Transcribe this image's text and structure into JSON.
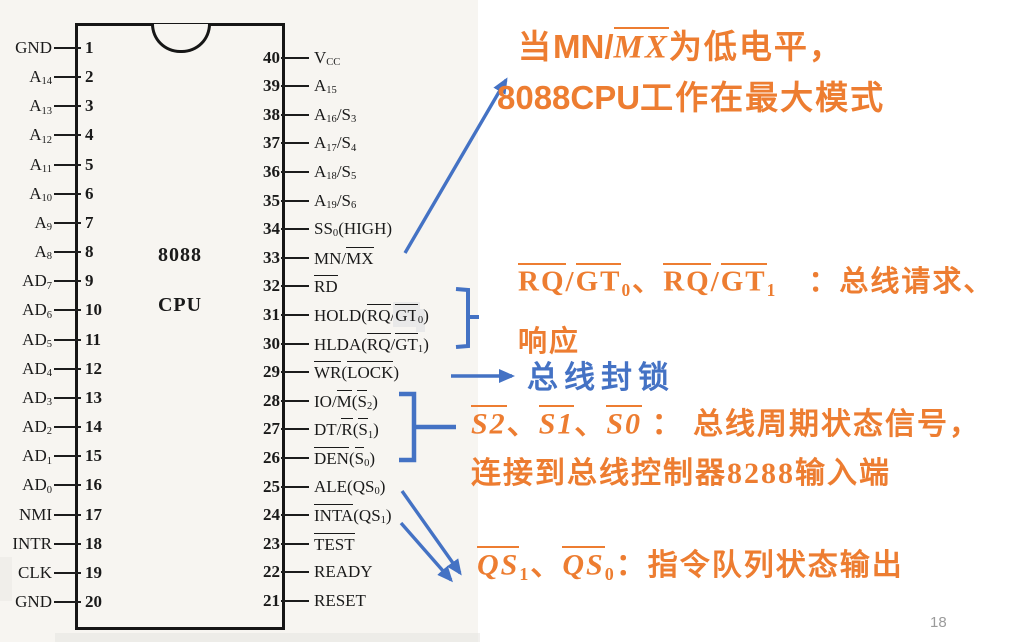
{
  "page": {
    "number": "18"
  },
  "colors": {
    "annotation_orange": "#ED7D31",
    "annotation_blue": "#4472C4",
    "scan_paper": "#f7f5f1",
    "ink": "#1a1a1a"
  },
  "chip": {
    "title_line1": "8088",
    "title_line2": "CPU"
  },
  "pins_left": [
    {
      "num": "1",
      "segs": [
        {
          "t": "GND"
        }
      ]
    },
    {
      "num": "2",
      "segs": [
        {
          "t": "A"
        },
        {
          "t": "14",
          "s": 1
        }
      ]
    },
    {
      "num": "3",
      "segs": [
        {
          "t": "A"
        },
        {
          "t": "13",
          "s": 1
        }
      ]
    },
    {
      "num": "4",
      "segs": [
        {
          "t": "A"
        },
        {
          "t": "12",
          "s": 1
        }
      ]
    },
    {
      "num": "5",
      "segs": [
        {
          "t": "A"
        },
        {
          "t": "11",
          "s": 1
        }
      ]
    },
    {
      "num": "6",
      "segs": [
        {
          "t": "A"
        },
        {
          "t": "10",
          "s": 1
        }
      ]
    },
    {
      "num": "7",
      "segs": [
        {
          "t": "A"
        },
        {
          "t": "9",
          "s": 1
        }
      ]
    },
    {
      "num": "8",
      "segs": [
        {
          "t": "A"
        },
        {
          "t": "8",
          "s": 1
        }
      ]
    },
    {
      "num": "9",
      "segs": [
        {
          "t": "AD"
        },
        {
          "t": "7",
          "s": 1
        }
      ]
    },
    {
      "num": "10",
      "segs": [
        {
          "t": "AD"
        },
        {
          "t": "6",
          "s": 1
        }
      ]
    },
    {
      "num": "11",
      "segs": [
        {
          "t": "AD"
        },
        {
          "t": "5",
          "s": 1
        }
      ]
    },
    {
      "num": "12",
      "segs": [
        {
          "t": "AD"
        },
        {
          "t": "4",
          "s": 1
        }
      ]
    },
    {
      "num": "13",
      "segs": [
        {
          "t": "AD"
        },
        {
          "t": "3",
          "s": 1
        }
      ]
    },
    {
      "num": "14",
      "segs": [
        {
          "t": "AD"
        },
        {
          "t": "2",
          "s": 1
        }
      ]
    },
    {
      "num": "15",
      "segs": [
        {
          "t": "AD"
        },
        {
          "t": "1",
          "s": 1
        }
      ]
    },
    {
      "num": "16",
      "segs": [
        {
          "t": "AD"
        },
        {
          "t": "0",
          "s": 1
        }
      ]
    },
    {
      "num": "17",
      "segs": [
        {
          "t": "NMI"
        }
      ]
    },
    {
      "num": "18",
      "segs": [
        {
          "t": "INTR"
        }
      ]
    },
    {
      "num": "19",
      "segs": [
        {
          "t": "CLK"
        }
      ]
    },
    {
      "num": "20",
      "segs": [
        {
          "t": "GND"
        }
      ]
    }
  ],
  "pins_right": [
    {
      "num": "40",
      "segs": [
        {
          "t": "V"
        },
        {
          "t": "CC",
          "s": 1
        }
      ]
    },
    {
      "num": "39",
      "segs": [
        {
          "t": "A"
        },
        {
          "t": "15",
          "s": 1
        }
      ]
    },
    {
      "num": "38",
      "segs": [
        {
          "t": "A"
        },
        {
          "t": "16",
          "s": 1
        },
        {
          "t": " /S"
        },
        {
          "t": "3",
          "s": 1
        }
      ]
    },
    {
      "num": "37",
      "segs": [
        {
          "t": "A"
        },
        {
          "t": "17",
          "s": 1
        },
        {
          "t": " /S"
        },
        {
          "t": "4",
          "s": 1
        }
      ]
    },
    {
      "num": "36",
      "segs": [
        {
          "t": "A"
        },
        {
          "t": "18",
          "s": 1
        },
        {
          "t": " /S"
        },
        {
          "t": "5",
          "s": 1
        }
      ]
    },
    {
      "num": "35",
      "segs": [
        {
          "t": "A"
        },
        {
          "t": "19",
          "s": 1
        },
        {
          "t": " /S"
        },
        {
          "t": "6",
          "s": 1
        }
      ]
    },
    {
      "num": "34",
      "segs": [
        {
          "t": "SS"
        },
        {
          "t": "0",
          "s": 1
        },
        {
          "t": "(HIGH)"
        }
      ]
    },
    {
      "num": "33",
      "segs": [
        {
          "t": "MN/"
        },
        {
          "t": "MX",
          "o": 1
        }
      ]
    },
    {
      "num": "32",
      "segs": [
        {
          "t": "RD",
          "o": 1
        }
      ]
    },
    {
      "num": "31",
      "segs": [
        {
          "t": "HOLD("
        },
        {
          "t": "RQ",
          "o": 1
        },
        {
          "t": "/"
        },
        {
          "t": "GT",
          "o": 1,
          "hl": 1
        },
        {
          "t": "0",
          "s": 1,
          "hl": 1
        },
        {
          "t": ")"
        }
      ]
    },
    {
      "num": "30",
      "segs": [
        {
          "t": "HLDA("
        },
        {
          "t": "RQ",
          "o": 1
        },
        {
          "t": "/"
        },
        {
          "t": "GT",
          "o": 1
        },
        {
          "t": "1",
          "s": 1
        },
        {
          "t": ")"
        }
      ]
    },
    {
      "num": "29",
      "segs": [
        {
          "t": "WR",
          "o": 1
        },
        {
          "t": "("
        },
        {
          "t": "LOCK",
          "o": 1
        },
        {
          "t": ")"
        }
      ]
    },
    {
      "num": "28",
      "segs": [
        {
          "t": "IO/"
        },
        {
          "t": "M",
          "o": 1
        },
        {
          "t": "("
        },
        {
          "t": "S",
          "o": 1
        },
        {
          "t": "2",
          "s": 1
        },
        {
          "t": ")"
        }
      ]
    },
    {
      "num": "27",
      "segs": [
        {
          "t": "DT/"
        },
        {
          "t": "R",
          "o": 1
        },
        {
          "t": "("
        },
        {
          "t": "S",
          "o": 1
        },
        {
          "t": "1",
          "s": 1
        },
        {
          "t": ")"
        }
      ]
    },
    {
      "num": "26",
      "segs": [
        {
          "t": "DEN",
          "o": 1
        },
        {
          "t": "("
        },
        {
          "t": "S",
          "o": 1
        },
        {
          "t": "0",
          "s": 1
        },
        {
          "t": ")"
        }
      ]
    },
    {
      "num": "25",
      "segs": [
        {
          "t": "ALE(QS"
        },
        {
          "t": "0",
          "s": 1
        },
        {
          "t": ")"
        }
      ]
    },
    {
      "num": "24",
      "segs": [
        {
          "t": "INTA",
          "o": 1
        },
        {
          "t": "(QS"
        },
        {
          "t": "1",
          "s": 1
        },
        {
          "t": ")"
        }
      ]
    },
    {
      "num": "23",
      "segs": [
        {
          "t": "TEST",
          "o": 1
        }
      ]
    },
    {
      "num": "22",
      "segs": [
        {
          "t": "READY"
        }
      ]
    },
    {
      "num": "21",
      "segs": [
        {
          "t": "RESET"
        }
      ]
    }
  ],
  "annotations": {
    "max_mode": {
      "lines": [
        [
          {
            "t": "当"
          },
          {
            "t": "MN/",
            "f": "sans"
          },
          {
            "t": "MX",
            "o": 1,
            "i": 1
          },
          {
            "t": "为低电平，"
          }
        ],
        [
          {
            "t": "8088CPU",
            "f": "sans"
          },
          {
            "t": "工作在最大模式"
          }
        ]
      ]
    },
    "rq_gt": {
      "lines": [
        [
          {
            "t": "RQ",
            "o": 1
          },
          {
            "t": "/"
          },
          {
            "t": "GT",
            "o": 1
          },
          {
            "t": "0",
            "s": 1
          },
          {
            "t": "、"
          },
          {
            "t": "RQ",
            "o": 1
          },
          {
            "t": "/"
          },
          {
            "t": "GT",
            "o": 1
          },
          {
            "t": "1",
            "s": 1
          },
          {
            "t": "　："
          },
          {
            "t": "总线请求、"
          }
        ],
        [
          {
            "t": "响应"
          }
        ]
      ]
    },
    "bus_lock": {
      "text": "总线封锁"
    },
    "s_state": {
      "lines": [
        [
          {
            "t": "S2",
            "o": 1,
            "i": 1
          },
          {
            "t": "、"
          },
          {
            "t": "S1",
            "o": 1,
            "i": 1
          },
          {
            "t": "、"
          },
          {
            "t": "S0",
            "o": 1,
            "i": 1
          },
          {
            "t": " ： "
          },
          {
            "t": "总线周期状态信号，"
          }
        ],
        [
          {
            "t": "连接到总线控制器8288输入端"
          }
        ]
      ]
    },
    "qs": {
      "lines": [
        [
          {
            "t": "QS",
            "o": 1,
            "i": 1
          },
          {
            "t": "1",
            "s": 1
          },
          {
            "t": "、"
          },
          {
            "t": "QS",
            "o": 1,
            "i": 1
          },
          {
            "t": "0",
            "s": 1
          },
          {
            "t": "："
          },
          {
            "t": "指令队列状态输出"
          }
        ]
      ]
    }
  }
}
